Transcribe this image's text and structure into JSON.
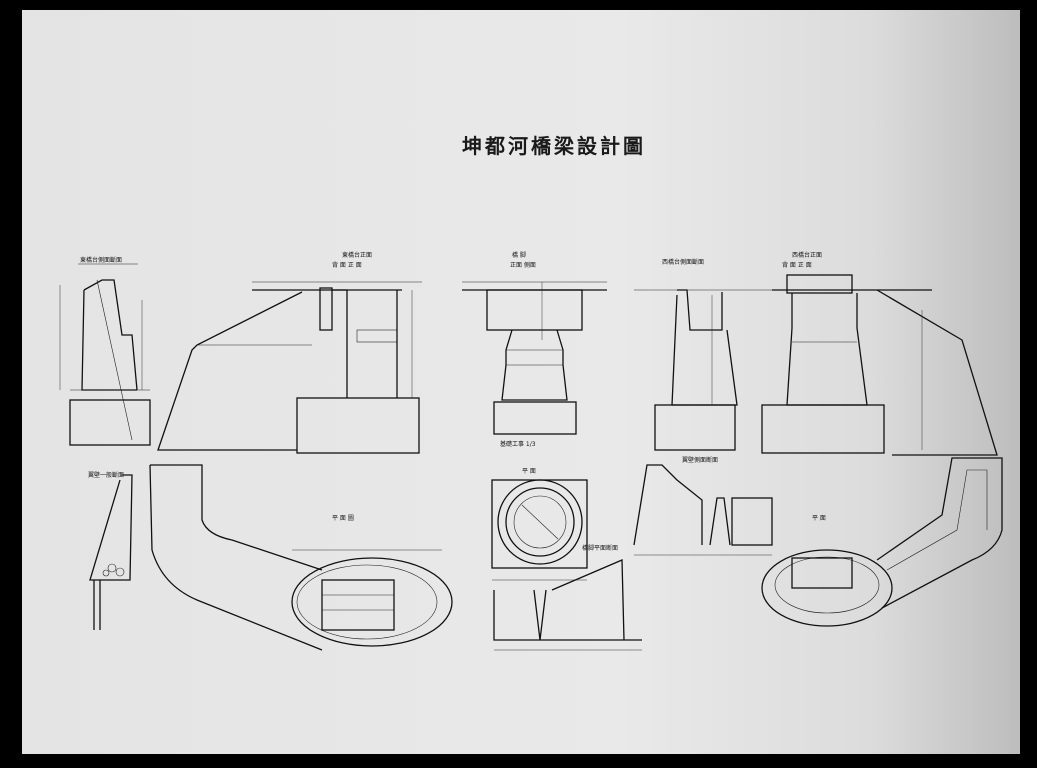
{
  "title": "坤都河橋梁設計圖",
  "labels": {
    "section_a": "東橋台側面斷面",
    "front_a_1": "東橋台正面",
    "front_a_2": "背 面  正 面",
    "pier_top": "橋 脚",
    "pier_sub": "正面 側面",
    "section_b": "西橋台側面斷面",
    "front_b_1": "西橋台正面",
    "front_b_2": "背 面  正 面",
    "wing_section": "翼壁一般斷面",
    "plan_a": "平 面 圖",
    "plan_pier": "平 面",
    "plan_b": "平 面",
    "pier_note": "基礎工事 1/3",
    "pier_section": "橋脚平面断面",
    "wing_b": "翼壁側面断面"
  },
  "colors": {
    "paper": "#e6e6e6",
    "ink": "#111111",
    "border": "#000000"
  }
}
